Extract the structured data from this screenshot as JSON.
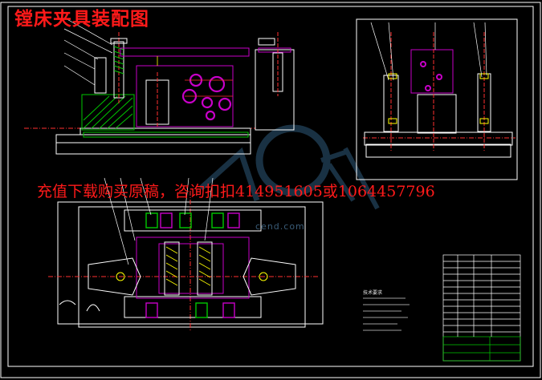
{
  "title": "镗床夹具装配图",
  "promo_text": "充值下载购买原稿，咨询扣扣414951605或1064457796",
  "watermark": {
    "domain": "cend.com"
  },
  "notes": {
    "title": "技术要求"
  },
  "colors": {
    "background": "#000000",
    "outline": "#ffffff",
    "part": "#c800c8",
    "hatch": "#00c800",
    "center_line": "#ff3030",
    "leader": "#ffff00",
    "highlight": "#ffff00",
    "title_text": "#ff1a1a"
  }
}
